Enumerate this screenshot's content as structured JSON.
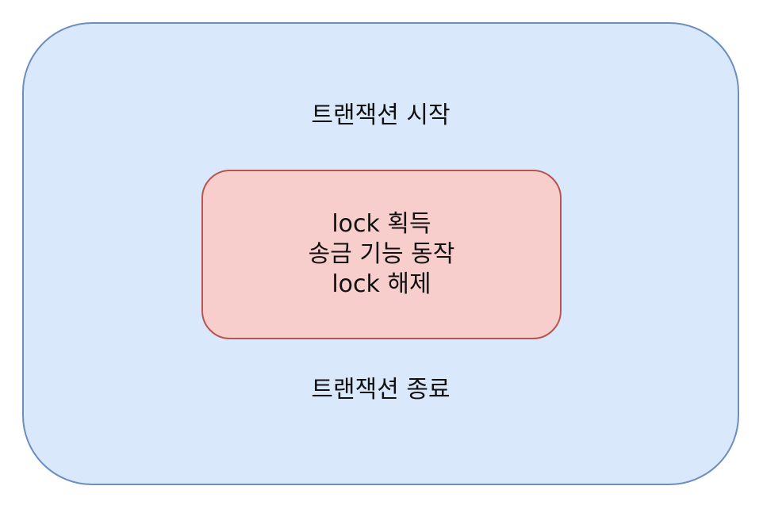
{
  "diagram": {
    "outer": {
      "start_label": "트랜잭션 시작",
      "end_label": "트랜잭션 종료"
    },
    "inner": {
      "lines": [
        "lock 획득",
        "송금 기능 동작",
        "lock 해제"
      ]
    },
    "colors": {
      "outer_fill": "#dae8fc",
      "outer_stroke": "#6c8ebf",
      "inner_fill": "#f8cecc",
      "inner_stroke": "#b85450"
    }
  }
}
